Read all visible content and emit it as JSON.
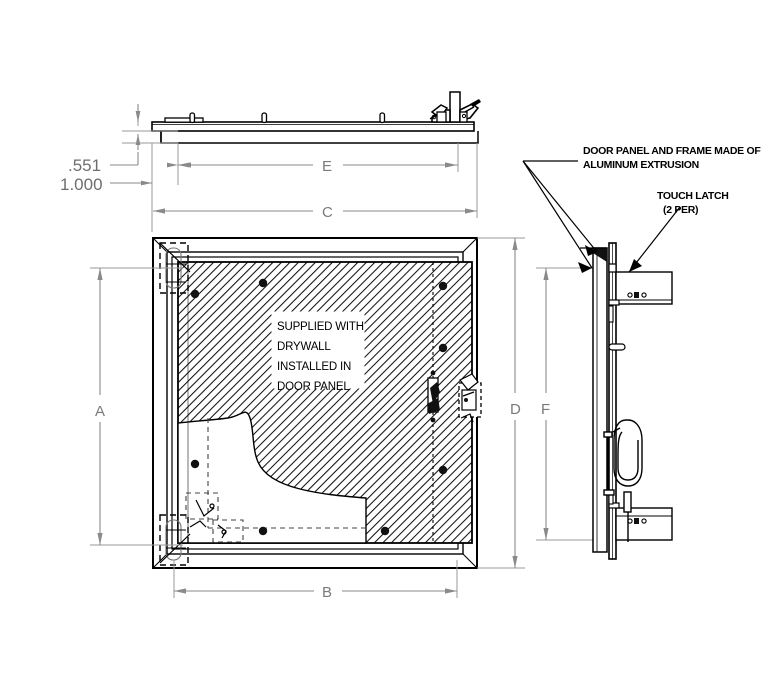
{
  "drawing": {
    "title": "Aluminum Access Door Technical Drawing",
    "background_color": "#ffffff",
    "line_color": "#000000",
    "dimension_color": "#7a7a7a",
    "hatch_color": "#1a1a1a"
  },
  "annotations": {
    "door_panel_note_line1": "DOOR PANEL AND FRAME MADE OF",
    "door_panel_note_line2": "ALUMINUM EXTRUSION",
    "touch_latch_line1": "TOUCH LATCH",
    "touch_latch_line2": "(2 PER)"
  },
  "panel_label": {
    "line1": "SUPPLIED WITH",
    "line2": "DRYWALL",
    "line3": "INSTALLED IN",
    "line4": "DOOR PANEL"
  },
  "dimensions": {
    "thickness_small": ".551",
    "thickness_large": "1.000",
    "letters": {
      "a": "A",
      "b": "B",
      "c": "C",
      "d": "D",
      "e": "E",
      "f": "F"
    }
  },
  "views": {
    "top_view_name": "top-plan-view",
    "front_view_name": "front-elevation-view",
    "side_view_name": "side-section-view"
  }
}
